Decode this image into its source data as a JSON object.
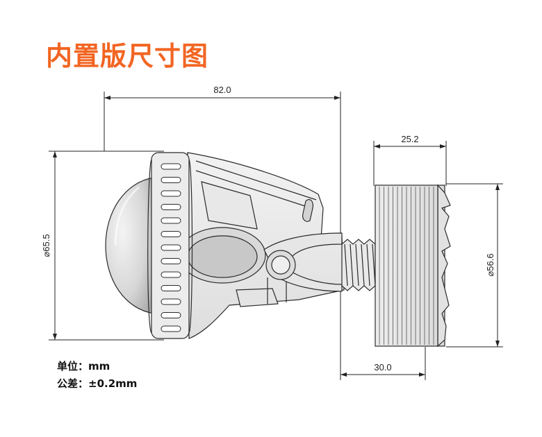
{
  "title": "内置版尺寸图",
  "dimensions": {
    "overall_length": "82.0",
    "lens_diameter": "⌀65.5",
    "knob_length": "25.2",
    "knob_diameter": "⌀56.6",
    "thread_to_knob": "30.0"
  },
  "notes": {
    "unit_label": "单位：",
    "unit_value": "mm",
    "tolerance_label": "公差：",
    "tolerance_value": "±0.2mm"
  },
  "colors": {
    "title": "#f26522",
    "line": "#222222"
  }
}
